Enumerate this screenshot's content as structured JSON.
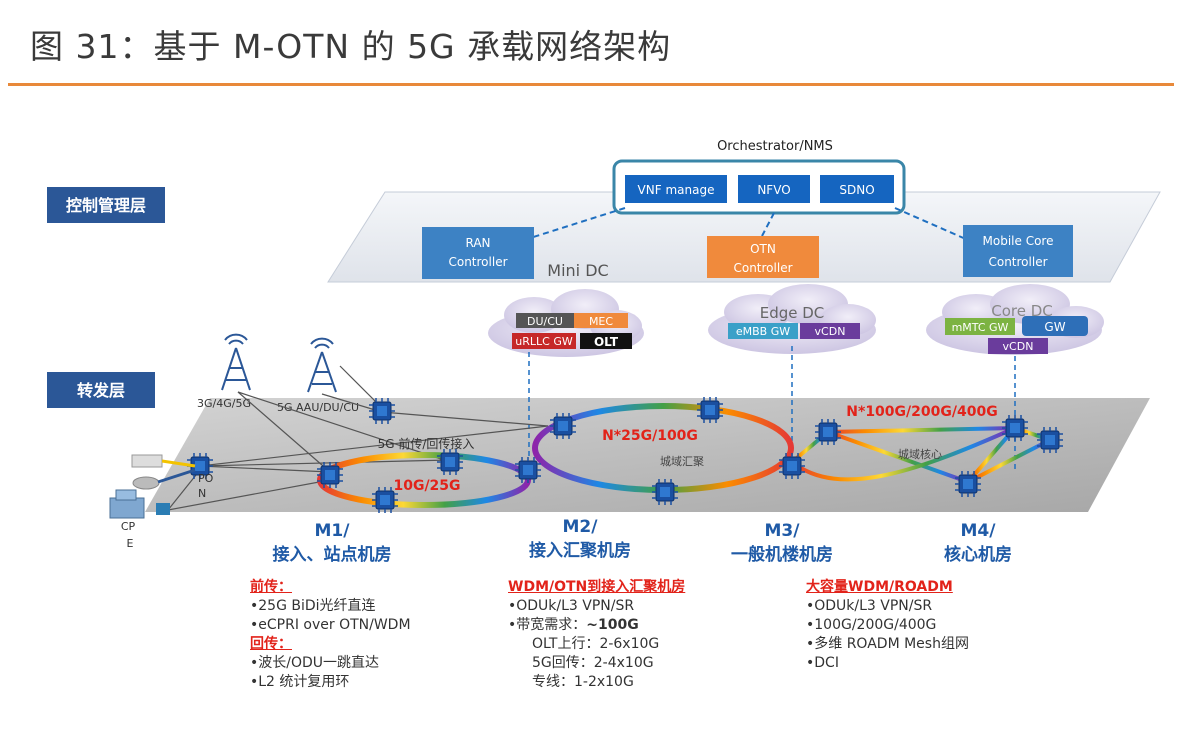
{
  "title": "图 31：基于 M-OTN 的 5G 承载网络架构",
  "layers": {
    "control": "控制管理层",
    "forward": "转发层"
  },
  "orchestrator": {
    "title": "Orchestrator/NMS",
    "items": [
      "VNF manage",
      "NFVO",
      "SDNO"
    ]
  },
  "controllers": {
    "ran": [
      "RAN",
      "Controller"
    ],
    "otn": [
      "OTN",
      "Controller"
    ],
    "core": [
      "Mobile Core",
      "Controller"
    ]
  },
  "mini_dc": "Mini DC",
  "clouds": {
    "mini": {
      "du_cu": "DU/CU",
      "mec": "MEC",
      "urllc": "uRLLC GW",
      "olt": "OLT"
    },
    "edge": {
      "title": "Edge DC",
      "embb": "eMBB GW",
      "vcdn": "vCDN"
    },
    "core": {
      "title": "Core DC",
      "mmtc": "mMTC GW",
      "gw": "GW",
      "vcdn": "vCDN"
    }
  },
  "network": {
    "tower1": "3G/4G/5G",
    "tower2": "5G AAU/DU/CU",
    "pon": [
      "PO",
      "N"
    ],
    "cpe": [
      "CP",
      "E"
    ],
    "fronthaul": "5G 前传/回传接入",
    "ring1": "10G/25G",
    "ring2": "N*25G/100G",
    "ring2_label": "城域汇聚",
    "mesh": "N*100G/200G/400G",
    "mesh_label": "城域核心"
  },
  "sites": [
    {
      "code": "M1/",
      "name": "接入、站点机房"
    },
    {
      "code": "M2/",
      "name": "接入汇聚机房"
    },
    {
      "code": "M3/",
      "name": "一般机楼机房"
    },
    {
      "code": "M4/",
      "name": "核心机房"
    }
  ],
  "notes": {
    "col1": {
      "h1": "前传：",
      "l1": "•25G BiDi光纤直连",
      "l2": "•eCPRI over OTN/WDM",
      "h2": "回传：",
      "l3": "•波长/ODU一跳直达",
      "l4": "•L2 统计复用环"
    },
    "col2": {
      "h1": "WDM/OTN到接入汇聚机房",
      "l1": "•ODUk/L3 VPN/SR",
      "l2a": "•带宽需求：",
      "l2b": "~100G",
      "l3": "OLT上行：2-6x10G",
      "l4": "5G回传：2-4x10G",
      "l5": "专线：1-2x10G"
    },
    "col3": {
      "h1": "大容量WDM/ROADM",
      "l1": "•ODUk/L3 VPN/SR",
      "l2": "•100G/200G/400G",
      "l3": "•多维 ROADM Mesh组网",
      "l4": "•DCI"
    }
  },
  "colors": {
    "accent": "#e8893a",
    "blue": "#1f6fc0",
    "navy": "#2b5797",
    "red": "#e2231a",
    "orange": "#f08a3c"
  }
}
